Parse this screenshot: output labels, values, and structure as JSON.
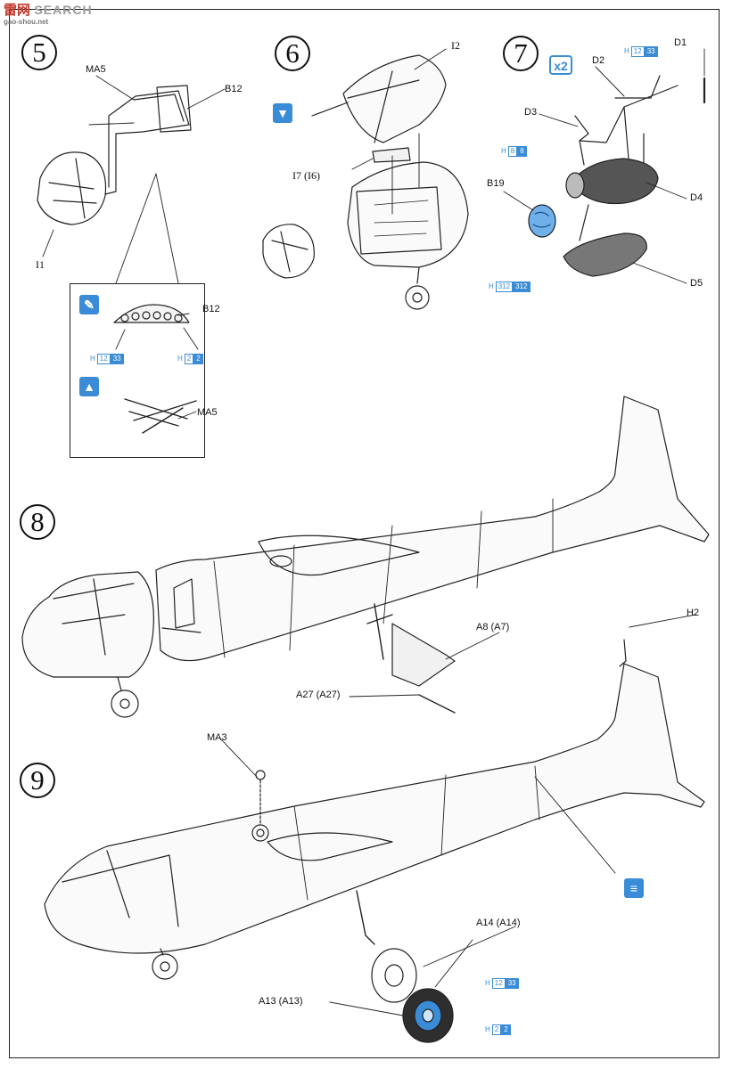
{
  "watermark": {
    "brand_cn": "雷网",
    "brand_en": "SEARCH",
    "site": "gao-shou.net"
  },
  "steps": [
    "5",
    "6",
    "7",
    "8",
    "9"
  ],
  "step5": {
    "labels": {
      "ma5": "MA5",
      "b12": "B12",
      "i1": "I1"
    },
    "detail": {
      "b12": "B12",
      "ma5": "MA5",
      "ref_a": {
        "h": "H",
        "n1": "12",
        "n2": "33"
      },
      "ref_b": {
        "h": "H",
        "n1": "2",
        "n2": "2"
      }
    }
  },
  "step6": {
    "labels": {
      "i2": "I2",
      "i7": "I7 (I6)"
    }
  },
  "step7": {
    "multiplier": "x2",
    "labels": {
      "d1": "D1",
      "d2": "D2",
      "d3": "D3",
      "d4": "D4",
      "d5": "D5",
      "b19": "B19"
    },
    "ref_d": {
      "h": "H",
      "n1": "12",
      "n2": "33"
    },
    "ref_body": {
      "h": "H",
      "n1": "8",
      "n2": "8"
    },
    "ref_b19": {
      "h": "H",
      "n1": "312",
      "n2": "312"
    }
  },
  "step8": {
    "labels": {
      "h2": "H2",
      "a8": "A8 (A7)",
      "a27": "A27 (A27)"
    }
  },
  "step9": {
    "labels": {
      "ma3": "MA3",
      "a14": "A14 (A14)",
      "a13": "A13 (A13)"
    },
    "ref_a": {
      "h": "H",
      "n1": "12",
      "n2": "33"
    },
    "ref_b": {
      "h": "H",
      "n1": "2",
      "n2": "2"
    }
  },
  "colors": {
    "accent": "#3a8cd6",
    "ink": "#111111"
  }
}
